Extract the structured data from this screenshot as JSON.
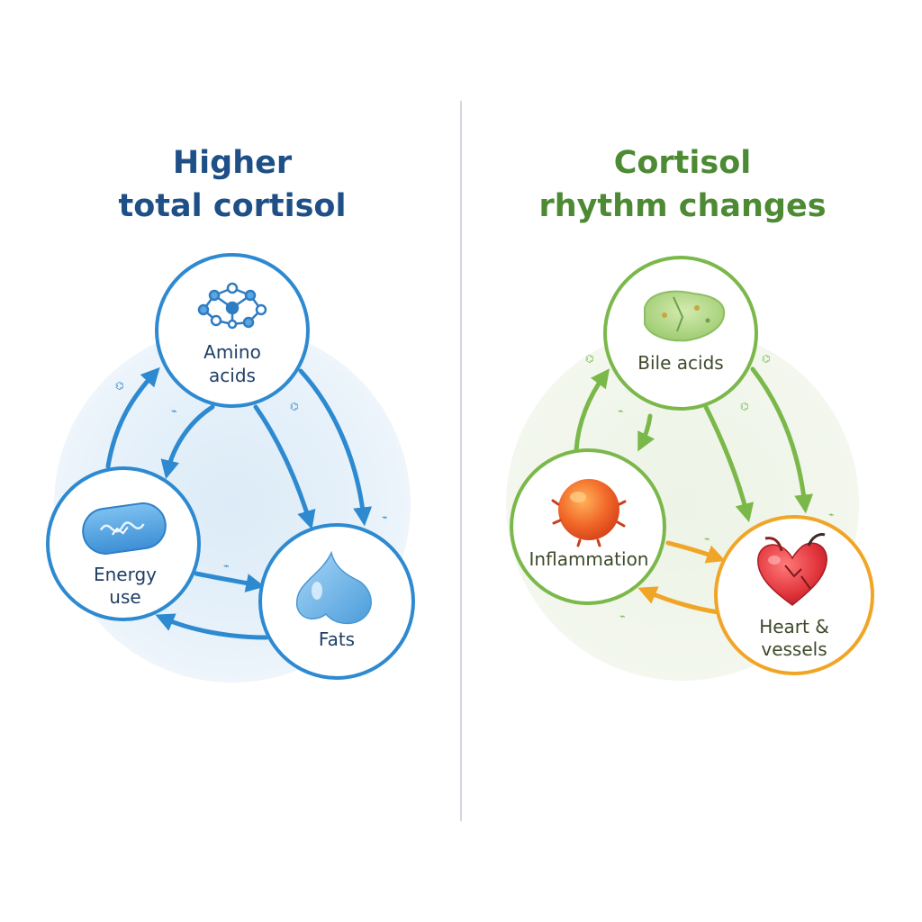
{
  "left_panel": {
    "title_line1": "Higher",
    "title_line2": "total cortisol",
    "nodes": {
      "amino_acids": {
        "line1": "Amino",
        "line2": "acids",
        "icon": "molecule-network-icon"
      },
      "energy_use": {
        "line1": "Energy",
        "line2": "use",
        "icon": "blue-cell-icon"
      },
      "fats": {
        "line1": "Fats",
        "icon": "fat-droplet-icon"
      }
    }
  },
  "right_panel": {
    "title_line1": "Cortisol",
    "title_line2": "rhythm changes",
    "nodes": {
      "bile_acids": {
        "line1": "Bile acids",
        "icon": "liver-icon"
      },
      "inflammation": {
        "line1": "Inflammation",
        "icon": "inflamed-cell-icon"
      },
      "heart_vessels": {
        "line1": "Heart &",
        "line2": "vessels",
        "icon": "heart-icon"
      }
    }
  },
  "colors": {
    "left_title": "#1e4f86",
    "left_accent": "#2e8ad0",
    "left_text": "#1f3f66",
    "right_title": "#4d8a34",
    "right_accent": "#7bb84a",
    "right_orange": "#f0a526",
    "right_text": "#3d4a2a"
  }
}
